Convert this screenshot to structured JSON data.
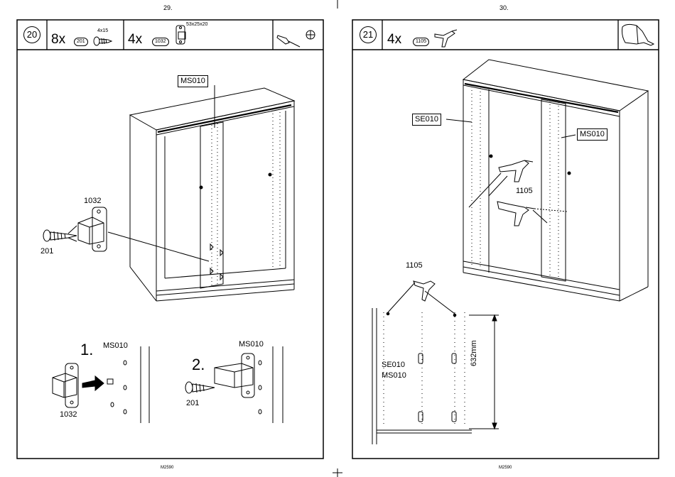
{
  "pages": [
    {
      "page_number": "29.",
      "footer": "M2590",
      "step": "20",
      "parts": [
        {
          "qty": "8x",
          "part_id": "201",
          "spec": "4x15",
          "icon": "screw-icon"
        },
        {
          "qty": "4x",
          "part_id": "1032",
          "spec": "53x25x20",
          "icon": "connector-bracket-icon"
        }
      ],
      "tools": [
        "screwdriver-icon",
        "phillips-head-icon"
      ],
      "labels": {
        "panel_main": "MS010",
        "bracket": "1032",
        "screw": "201",
        "sub1_step": "1.",
        "sub1_panel": "MS010",
        "sub1_part": "1032",
        "sub2_step": "2.",
        "sub2_panel": "MS010",
        "sub2_part": "201"
      }
    },
    {
      "page_number": "30.",
      "footer": "M2590",
      "step": "21",
      "parts": [
        {
          "qty": "4x",
          "part_id": "1105",
          "icon": "shelf-support-icon"
        }
      ],
      "tools": [
        "hand-insert-icon"
      ],
      "labels": {
        "side_panel": "SE010",
        "center_panel": "MS010",
        "support_mid": "1105",
        "support_detail": "1105",
        "detail_panel_1": "SE010",
        "detail_panel_2": "MS010",
        "dimension": "632mm"
      }
    }
  ],
  "colors": {
    "ink": "#000000",
    "paper": "#ffffff"
  }
}
